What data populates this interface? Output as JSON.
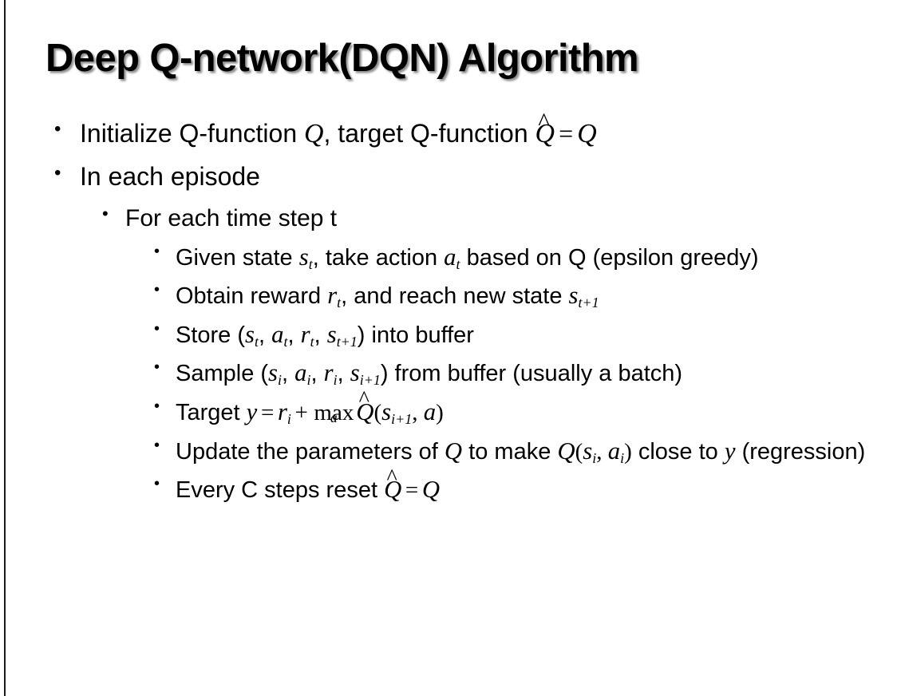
{
  "slide": {
    "title": "Deep Q-network(DQN) Algorithm",
    "background_color": "#ffffff",
    "text_color": "#000000",
    "edge_rule_color": "#1a1a1a"
  },
  "bullets": {
    "initialize": {
      "level": 1,
      "marker": "•",
      "lead": "Initialize Q-function ",
      "var_q": "Q",
      "mid": ", target Q-function ",
      "qhat": "Q",
      "hat": "^",
      "equals": "=",
      "var_q2": "Q"
    },
    "episode": {
      "level": 1,
      "marker": "•",
      "text": "In each episode"
    },
    "time_step": {
      "level": 2,
      "marker": "•",
      "text": "For each time step t"
    },
    "given_state": {
      "level": 3,
      "marker": "•",
      "lead": "Given state ",
      "s": "s",
      "s_sub": "t",
      "mid": ", take action ",
      "a": "a",
      "a_sub": "t",
      "tail": " based on Q (epsilon greedy)"
    },
    "obtain_reward": {
      "level": 3,
      "marker": "•",
      "lead": "Obtain reward ",
      "r": "r",
      "r_sub": "t",
      "mid": ", and reach new state ",
      "s": "s",
      "s_sub": "t+1"
    },
    "store": {
      "level": 3,
      "marker": "•",
      "lead": "Store (",
      "s1": "s",
      "s1_sub": "t",
      "sep1": ", ",
      "a1": "a",
      "a1_sub": "t",
      "sep2": ", ",
      "r1": "r",
      "r1_sub": "t",
      "sep3": ", ",
      "s2": "s",
      "s2_sub": "t+1",
      "tail": ") into buffer"
    },
    "sample": {
      "level": 3,
      "marker": "•",
      "lead": "Sample (",
      "s1": "s",
      "s1_sub": "i",
      "sep1": ", ",
      "a1": "a",
      "a1_sub": "i",
      "sep2": ", ",
      "r1": "r",
      "r1_sub": "i",
      "sep3": ", ",
      "s2": "s",
      "s2_sub": "i+1",
      "tail": ") from buffer (usually a batch)"
    },
    "target": {
      "level": 3,
      "marker": "•",
      "lead": "Target ",
      "y": "y",
      "equals": "=",
      "r": "r",
      "r_sub": "i",
      "plus": "+",
      "max": "max",
      "max_sub": "a",
      "qhat": "Q",
      "hat": "^",
      "open": "(",
      "s": "s",
      "s_sub": "i+1",
      "comma": ", ",
      "a": "a",
      "close": ")"
    },
    "update": {
      "level": 3,
      "marker": "•",
      "lead": "Update the parameters of ",
      "q1": "Q",
      "mid": " to make ",
      "q2": "Q",
      "open": "(",
      "s": "s",
      "s_sub": "i",
      "comma": ", ",
      "a": "a",
      "a_sub": "i",
      "close": ")",
      "tail": " close to ",
      "y": "y",
      "tail2": " (regression)"
    },
    "reset": {
      "level": 3,
      "marker": "•",
      "lead": "Every C steps reset ",
      "qhat": "Q",
      "hat": "^",
      "equals": "=",
      "q": "Q"
    }
  }
}
